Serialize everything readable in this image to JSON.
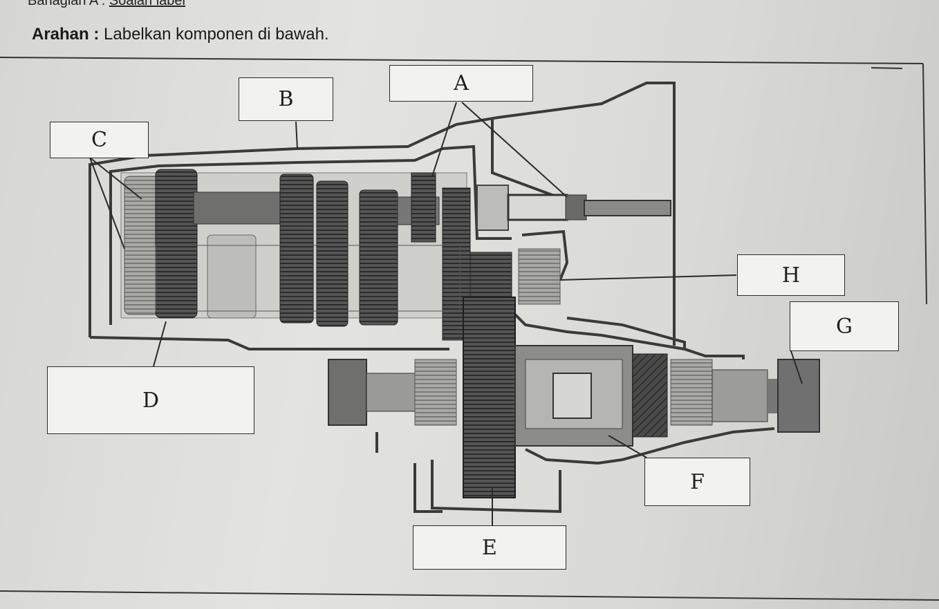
{
  "header": {
    "section_prefix": "Bahagian A :",
    "section_title": "Soalan label"
  },
  "instruction": {
    "lead": "Arahan :",
    "text": "Labelkan komponen di bawah."
  },
  "labels": {
    "a": "A",
    "b": "B",
    "c": "C",
    "d": "D",
    "e": "E",
    "f": "F",
    "g": "G",
    "h": "H"
  }
}
